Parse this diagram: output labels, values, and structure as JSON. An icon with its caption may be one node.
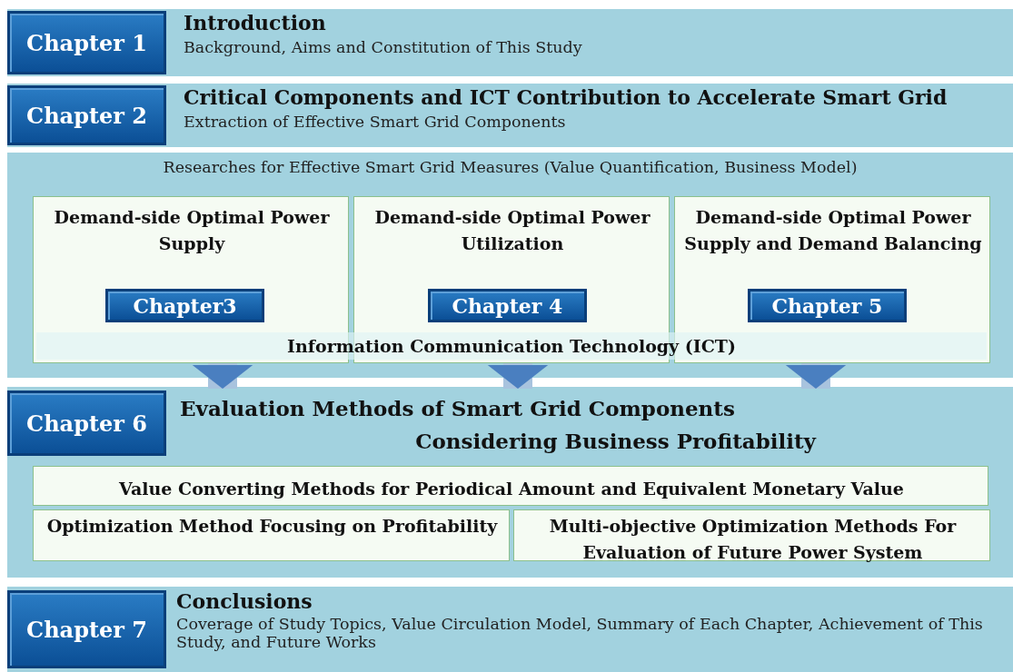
{
  "diagram": {
    "nodes": [
      {
        "text": [
          "Introduction",
          "Background, Aims and Constitution of This Study"
        ]
      },
      {
        "text": [
          "Chapter 1"
        ],
        "in": 0
      },
      {
        "text": [
          "Critical Components and ICT Contribution to Accelerate Smart Grid",
          "Extraction of Effective Smart Grid Components"
        ]
      },
      {
        "text": [
          "Chapter 2"
        ],
        "in": 2
      },
      {
        "text": [
          "Researches for Effective Smart Grid Measures (Value Quantification, Business Model)"
        ]
      },
      {
        "text": [
          "Demand-side Optimal Power Supply"
        ],
        "in": 4
      },
      {
        "text": [
          "Chapter3"
        ],
        "in": 5
      },
      {
        "text": [
          "Demand-side Optimal Power Utilization"
        ],
        "in": 4
      },
      {
        "text": [
          "Chapter 4"
        ],
        "in": 7
      },
      {
        "text": [
          "Demand-side Optimal Power Supply and Demand Balancing"
        ],
        "in": 4
      },
      {
        "text": [
          "Chapter 5"
        ],
        "in": 9
      },
      {
        "text": [
          "Information Communication Technology (ICT)"
        ],
        "in": 4
      },
      {
        "text": [
          "Evaluation Methods of Smart Grid Components Considering Business Profitability"
        ]
      },
      {
        "text": [
          "Chapter 6"
        ],
        "in": 12
      },
      {
        "text": [
          "Value Converting Methods for Periodical Amount and Equivalent Monetary Value"
        ],
        "in": 12
      },
      {
        "text": [
          "Optimization Method Focusing on Profitability"
        ],
        "in": 12
      },
      {
        "text": [
          "Multi-objective Optimization Methods For Evaluation of Future Power System"
        ],
        "in": 12
      },
      {
        "text": [
          "Conclusions",
          "Coverage of Study Topics, Value Circulation Model, Summary of Each Chapter, Achievement of This Study, and Future Works"
        ]
      },
      {
        "text": [
          "Chapter 7"
        ],
        "in": 17
      }
    ],
    "edges": [
      {
        "from": 5,
        "to": 12,
        "arrow": "to"
      },
      {
        "from": 7,
        "to": 12,
        "arrow": "to"
      },
      {
        "from": 9,
        "to": 12,
        "arrow": "to"
      }
    ]
  }
}
